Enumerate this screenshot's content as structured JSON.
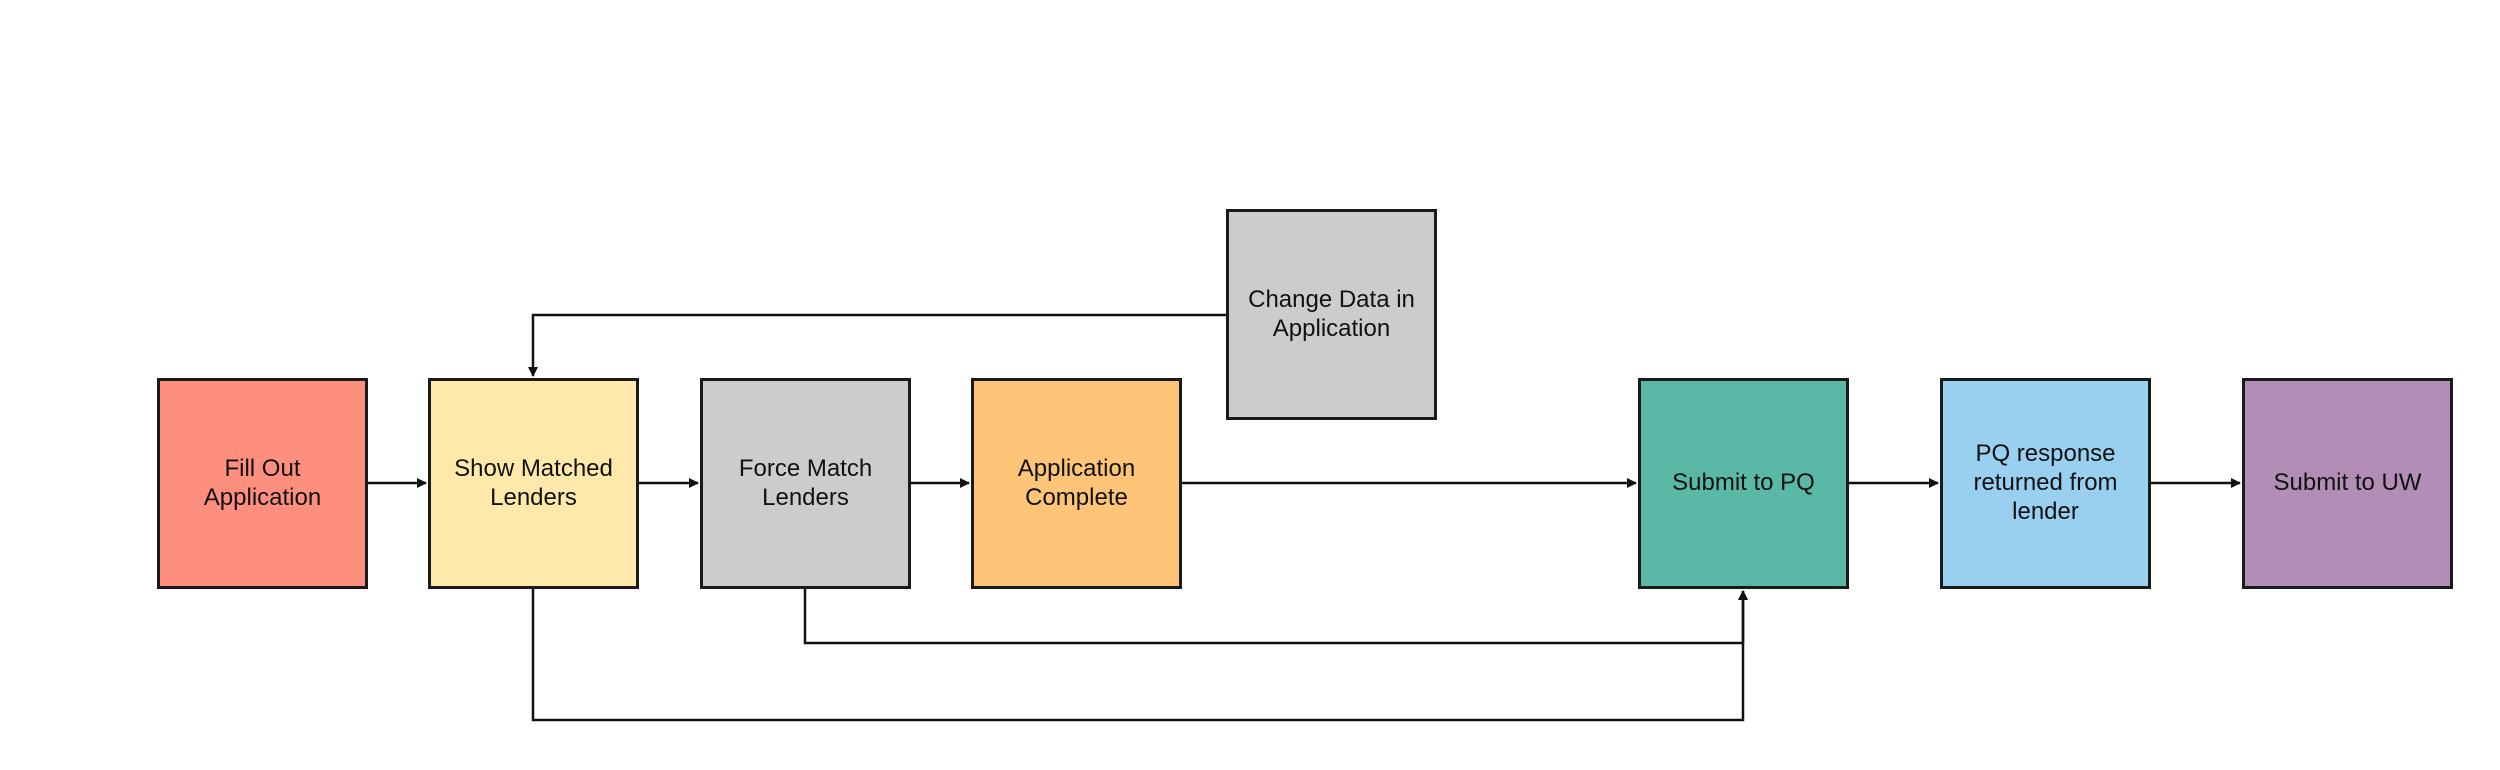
{
  "diagram": {
    "nodes": [
      {
        "id": "fill_out",
        "label": "Fill Out\nApplication",
        "color": "#FE8F7F"
      },
      {
        "id": "show_matched",
        "label": "Show Matched\nLenders",
        "color": "#FFE9AA"
      },
      {
        "id": "force_match",
        "label": "Force Match\nLenders",
        "color": "#CCCCCC"
      },
      {
        "id": "app_complete",
        "label": "Application\nComplete",
        "color": "#FEC477"
      },
      {
        "id": "change_data",
        "label": "Change Data in\nApplication",
        "color": "#CCCCCC"
      },
      {
        "id": "submit_pq",
        "label": "Submit to PQ",
        "color": "#5AB8A6"
      },
      {
        "id": "pq_response",
        "label": "PQ response\nreturned from\nlender",
        "color": "#99D0F0"
      },
      {
        "id": "submit_uw",
        "label": "Submit to UW",
        "color": "#B28EB6"
      }
    ],
    "edges": [
      {
        "from": "fill_out",
        "to": "show_matched"
      },
      {
        "from": "show_matched",
        "to": "force_match"
      },
      {
        "from": "force_match",
        "to": "app_complete"
      },
      {
        "from": "app_complete",
        "to": "submit_pq"
      },
      {
        "from": "submit_pq",
        "to": "pq_response"
      },
      {
        "from": "pq_response",
        "to": "submit_uw"
      },
      {
        "from": "change_data",
        "to": "show_matched"
      },
      {
        "from": "force_match",
        "to": "submit_pq"
      },
      {
        "from": "show_matched",
        "to": "submit_pq"
      }
    ],
    "line_color": "#111111"
  }
}
